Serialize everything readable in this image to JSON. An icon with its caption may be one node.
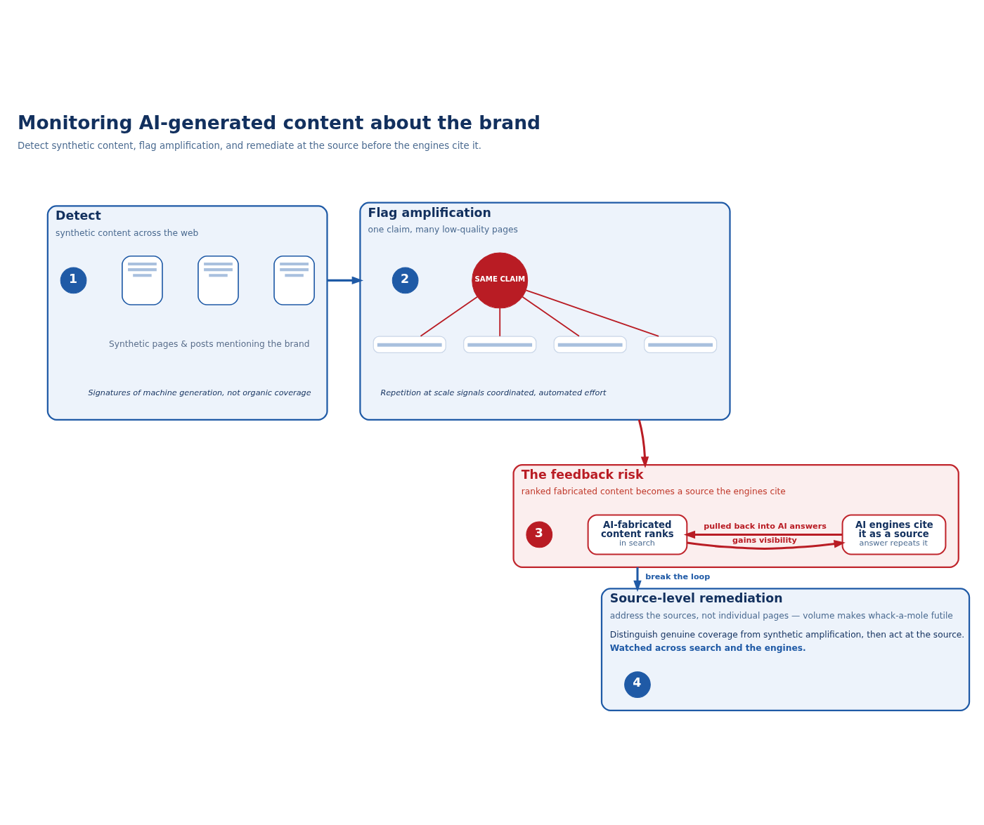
{
  "diagram": {
    "title": "Monitoring AI-generated content about the brand",
    "caption": "Detect synthetic content, flag amplification, and remediate at the source before the engines cite it.",
    "nodes": [
      {
        "text": [
          "Detect",
          "synthetic content across the web"
        ]
      },
      {
        "text": [
          "1"
        ],
        "in": 0
      },
      {
        "text": [],
        "shape": "box",
        "in": 0
      },
      {
        "text": [],
        "shape": "box",
        "in": 0
      },
      {
        "text": [],
        "shape": "box",
        "in": 0
      },
      {
        "text": [
          "Flag amplification",
          "one claim, many low-quality pages"
        ]
      },
      {
        "text": [
          "2"
        ],
        "in": 5
      },
      {
        "text": [
          "SAME CLAIM"
        ],
        "in": 5
      },
      {
        "text": [],
        "shape": "box",
        "in": 5
      },
      {
        "text": [],
        "shape": "box",
        "in": 5
      },
      {
        "text": [],
        "shape": "box",
        "in": 5
      },
      {
        "text": [],
        "shape": "box",
        "in": 5
      },
      {
        "text": [
          "The feedback risk",
          "ranked fabricated content becomes a source the engines cite"
        ]
      },
      {
        "text": [
          "3"
        ],
        "in": 12
      },
      {
        "text": [
          "AI-fabricated content ranks",
          "in search"
        ],
        "in": 12
      },
      {
        "text": [
          "AI engines cite it as a source",
          "answer repeats it"
        ],
        "in": 12
      },
      {
        "text": [
          "Source-level remediation",
          "address the sources, not individual pages — volume makes whack-a-mole futile",
          "Distinguish genuine coverage from synthetic amplification, then act at the source.",
          "Watched across search and the engines."
        ]
      },
      {
        "text": [
          "4"
        ],
        "in": 16
      }
    ],
    "edges": [
      {
        "from": 0,
        "to": 5,
        "arrow": "to",
        "color": "#1f5aa6"
      },
      {
        "from": 5,
        "to": 12,
        "arrow": "to"
      },
      {
        "from": 7,
        "to": 8,
        "arrow": "none"
      },
      {
        "from": 7,
        "to": 9,
        "arrow": "none"
      },
      {
        "from": 7,
        "to": 10,
        "arrow": "none"
      },
      {
        "from": 7,
        "to": 11,
        "arrow": "none"
      },
      {
        "from": 14,
        "to": 15,
        "arrow": "to",
        "label": "gains visibility"
      },
      {
        "from": 15,
        "to": 14,
        "arrow": "to",
        "label": "pulled back into AI answers"
      },
      {
        "from": 12,
        "to": 16,
        "arrow": "to",
        "label": "break the loop",
        "color": "#1f5aa6"
      }
    ],
    "labels": [
      "Synthetic pages & posts mentioning the brand",
      "Signatures of machine generation, not organic coverage",
      "Repetition at scale signals coordinated, automated effort"
    ]
  }
}
